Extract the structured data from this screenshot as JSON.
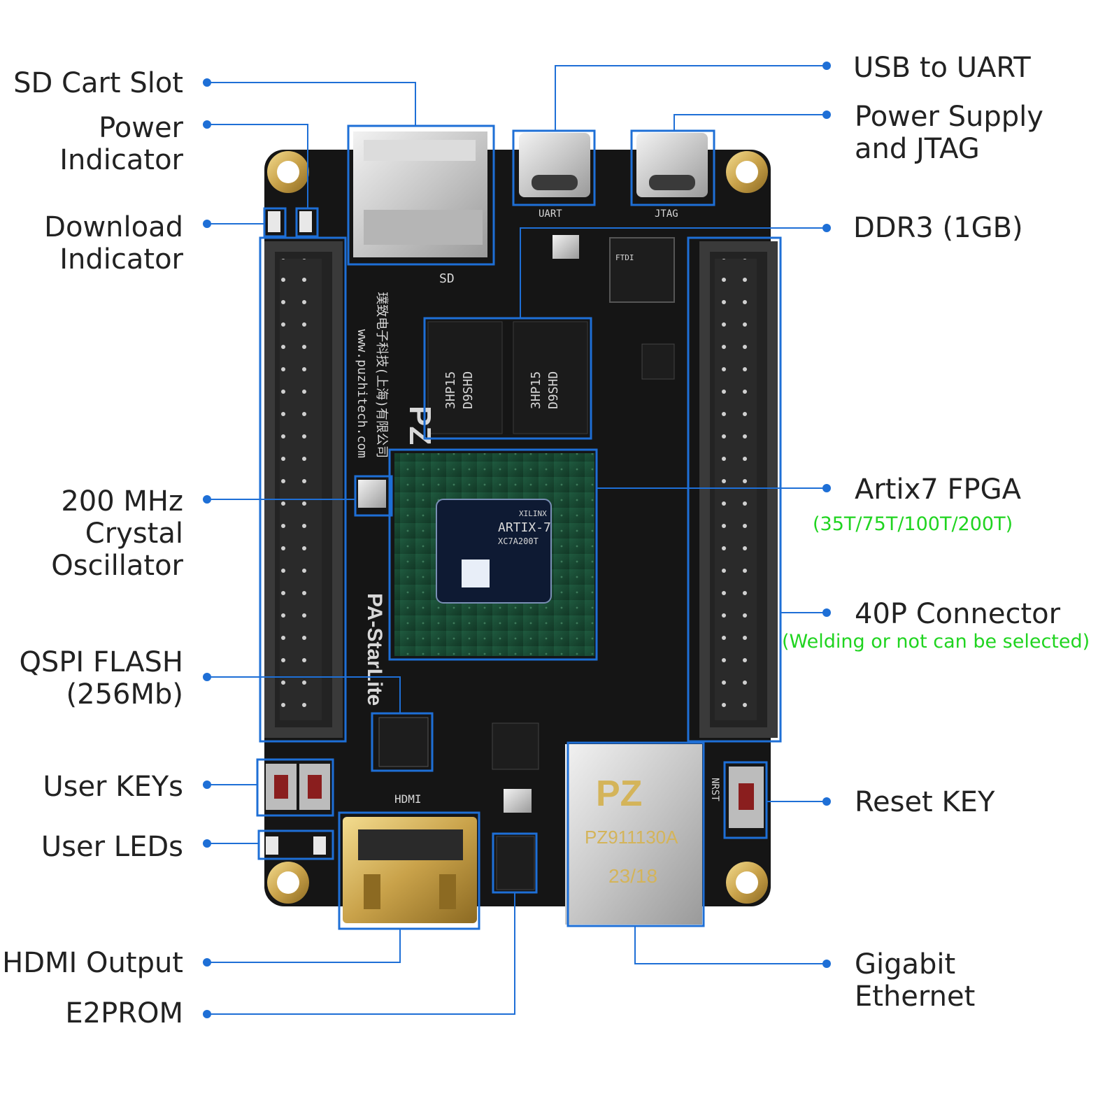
{
  "colors": {
    "callout_line": "#1e6fd6",
    "callout_dot": "#1e6fd6",
    "label_text": "#222222",
    "variant_text": "#20d420",
    "pcb": "#151515",
    "gold": "#c9a24a"
  },
  "labels": {
    "sd_slot": "SD Cart Slot",
    "power_indicator_1": "Power",
    "power_indicator_2": "Indicator",
    "download_indicator_1": "Download",
    "download_indicator_2": "Indicator",
    "crystal_1": "200 MHz",
    "crystal_2": "Crystal",
    "crystal_3": "Oscillator",
    "qspi_1": "QSPI FLASH",
    "qspi_2": "(256Mb)",
    "user_keys": "User KEYs",
    "user_leds": "User LEDs",
    "hdmi_output": "HDMI Output",
    "e2prom": "E2PROM",
    "usb_uart": "USB to UART",
    "power_jtag_1": "Power Supply",
    "power_jtag_2": "and JTAG",
    "ddr3": "DDR3 (1GB)",
    "fpga": "Artix7 FPGA",
    "fpga_variants": "(35T/75T/100T/200T)",
    "connector": "40P Connector",
    "connector_note": "(Welding or not can be selected)",
    "reset_key": "Reset KEY",
    "ethernet_1": "Gigabit",
    "ethernet_2": "Ethernet"
  },
  "board": {
    "silk_url": "www.puzhitech.com",
    "silk_company": "璞致电子科技(上海)有限公司",
    "model": "PA-StarLite",
    "logo": "PZ",
    "silk_uart": "UART",
    "silk_jtag": "JTAG",
    "silk_sd": "SD",
    "silk_hdmi": "HDMI",
    "silk_nrst": "NRST",
    "ddr_chip_mark_1": "3HP15",
    "ddr_chip_mark_2": "D9SHD",
    "fpga_brand": "XILINX",
    "fpga_family": "ARTIX-7",
    "fpga_part": "XC7A200T",
    "rj45_logo": "PZ",
    "rj45_part": "PZ911130A",
    "rj45_date": "23/18"
  }
}
